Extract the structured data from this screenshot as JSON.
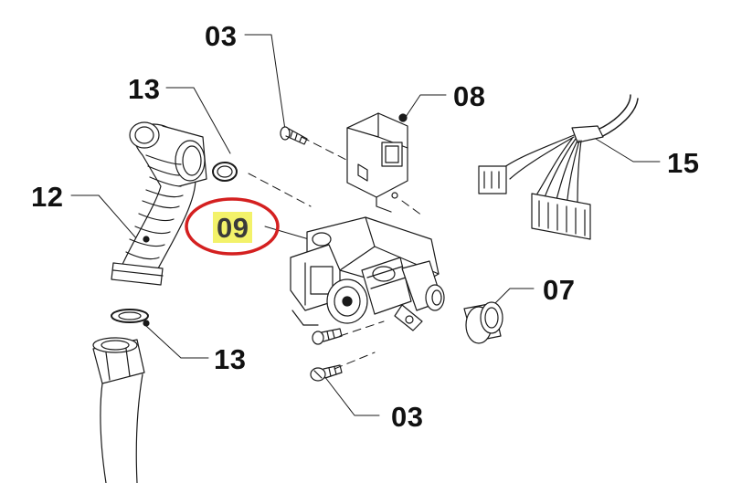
{
  "labels": {
    "top_screw": "03",
    "bracket": "08",
    "upper_seal": "13",
    "wiring_harness": "15",
    "flex_pipe": "12",
    "gas_valve": "09",
    "nut_sleeve": "07",
    "lower_seal": "13",
    "bottom_screw": "03"
  },
  "colors": {
    "line": "#1a1a1a",
    "highlight_fill": "#f3f26a",
    "highlight_ring": "#d42020",
    "background": "#ffffff"
  }
}
